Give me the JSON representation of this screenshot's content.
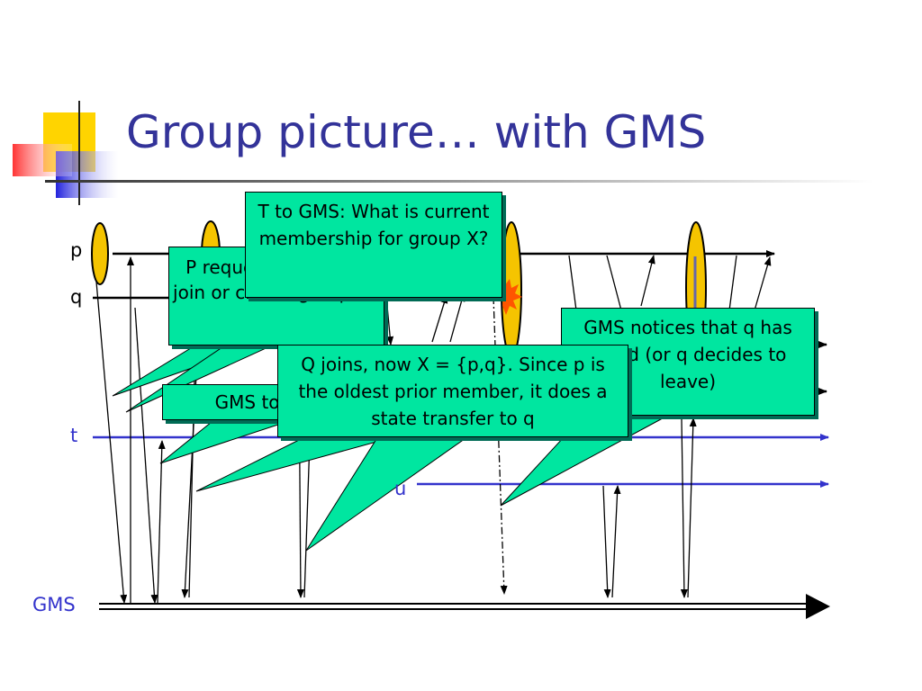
{
  "title": "Group picture… with GMS",
  "processes": {
    "p": "p",
    "q": "q",
    "t": "t",
    "u": "u",
    "gms": "GMS"
  },
  "callouts": {
    "p_request": "P requests: I wish to join or create group X .",
    "t_query": "T to GMS: What is current membership for group X?",
    "gms_to_t": "GMS to T: X = {p}",
    "q_joins": "Q joins, now X = {p,q}.  Since p is the oldest prior member, it does a state transfer to q",
    "gms_notices": "GMS notices that q has failed (or q decides to leave)"
  },
  "colors": {
    "title": "#333399",
    "timeline_blue": "#3333cc",
    "callout_fill": "#00e6a0",
    "view_ellipse": "#f5c400"
  }
}
